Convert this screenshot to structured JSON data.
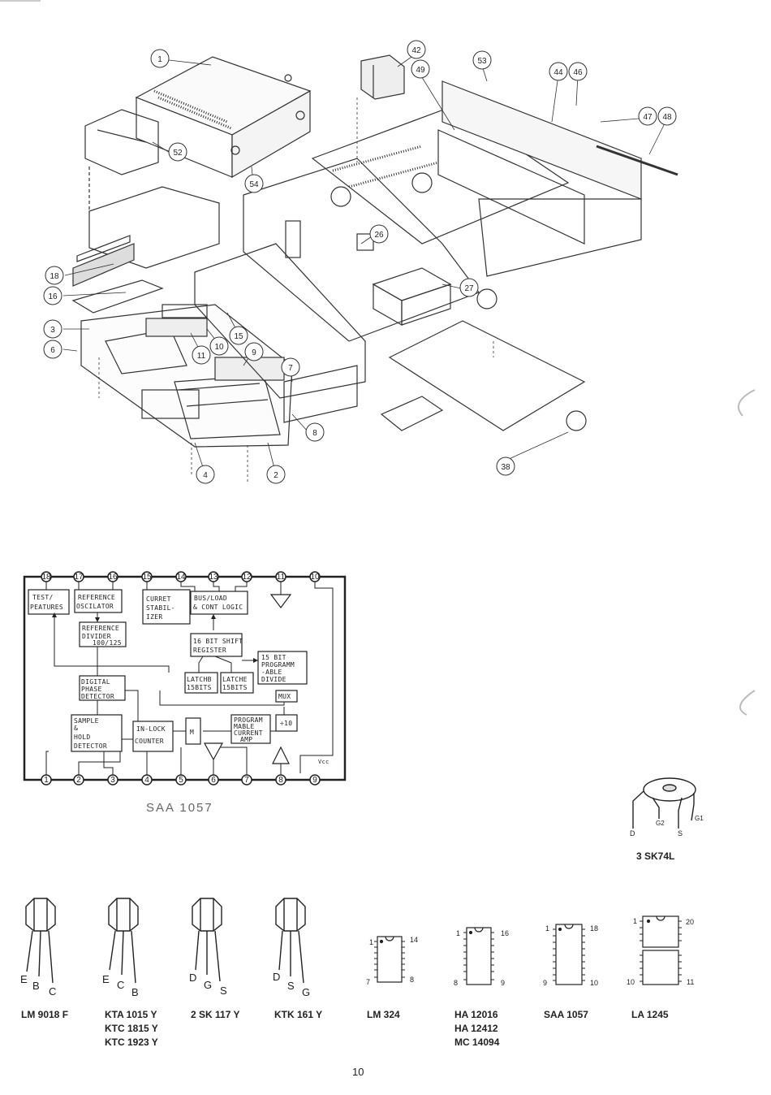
{
  "exploded_view": {
    "callouts": [
      {
        "id": "1",
        "num": "1"
      },
      {
        "id": "42",
        "num": "42"
      },
      {
        "id": "49",
        "num": "49"
      },
      {
        "id": "53",
        "num": "53"
      },
      {
        "id": "44",
        "num": "44"
      },
      {
        "id": "46",
        "num": "46"
      },
      {
        "id": "47",
        "num": "47"
      },
      {
        "id": "48",
        "num": "48"
      },
      {
        "id": "52",
        "num": "52"
      },
      {
        "id": "54",
        "num": "54"
      },
      {
        "id": "26",
        "num": "26"
      },
      {
        "id": "18",
        "num": "18"
      },
      {
        "id": "16",
        "num": "16"
      },
      {
        "id": "27",
        "num": "27"
      },
      {
        "id": "3",
        "num": "3"
      },
      {
        "id": "6",
        "num": "6"
      },
      {
        "id": "15",
        "num": "15"
      },
      {
        "id": "10",
        "num": "10"
      },
      {
        "id": "11",
        "num": "11"
      },
      {
        "id": "9",
        "num": "9"
      },
      {
        "id": "7",
        "num": "7"
      },
      {
        "id": "8",
        "num": "8"
      },
      {
        "id": "4",
        "num": "4"
      },
      {
        "id": "2",
        "num": "2"
      },
      {
        "id": "38",
        "num": "38"
      }
    ]
  },
  "block_diagram": {
    "chip_name": "SAA 1057",
    "top_pins": [
      "18",
      "17",
      "16",
      "15",
      "14",
      "13",
      "12",
      "11",
      "10"
    ],
    "bottom_pins": [
      "1",
      "2",
      "3",
      "4",
      "5",
      "6",
      "7",
      "8",
      "9"
    ],
    "vcc_label": "Vcc",
    "blocks": {
      "test_features": [
        "TEST/",
        "PEATURES"
      ],
      "ref_oscillator": [
        "REFERENCE",
        "OSCILATOR"
      ],
      "current_stabilizer": [
        "CURRET",
        "STABIL-",
        "IZER"
      ],
      "bus_load": [
        "BUS/LOAD",
        "& CONT LOGIC"
      ],
      "ref_divider": [
        "REFERENCE",
        "DIVIDER",
        "100/125"
      ],
      "shift_register": [
        "16 BIT SHIFT",
        "REGISTER"
      ],
      "prog_divider": [
        "15 BIT",
        "PROGRAMM",
        "-ABLE",
        "DIVIDE"
      ],
      "latch_a": [
        "LATCHB",
        "15BITS"
      ],
      "latch_b": [
        "LATCHE",
        "15BITS"
      ],
      "phase_detector": [
        "DIGITAL",
        "PHASE",
        "DETECTOR"
      ],
      "mux": [
        "MUX"
      ],
      "sample_hold": [
        "SAMPLE",
        "&",
        "HOLD",
        "DETECTOR"
      ],
      "inlock_counter": [
        "IN-LOCK",
        "COUNTER"
      ],
      "m_block": [
        "M"
      ],
      "prog_current_amp": [
        "PROGRAM",
        "MABLE",
        "CURRENT",
        "AMP"
      ],
      "div10": [
        "÷10"
      ]
    }
  },
  "fet": {
    "name": "3 SK74L",
    "leads": {
      "d": "D",
      "s": "S",
      "g1": "G1",
      "g2": "G2"
    }
  },
  "transistors": [
    {
      "id": "lm9018",
      "leads": [
        "E",
        "B",
        "C"
      ],
      "labels": [
        "LM 9018 F"
      ]
    },
    {
      "id": "kta1015",
      "leads": [
        "E",
        "C",
        "B"
      ],
      "labels": [
        "KTA 1015 Y",
        "KTC 1815 Y",
        "KTC 1923 Y"
      ]
    },
    {
      "id": "2sk117",
      "leads": [
        "D",
        "G",
        "S"
      ],
      "labels": [
        "2 SK 117 Y"
      ]
    },
    {
      "id": "ktk161",
      "leads": [
        "D",
        "S",
        "G"
      ],
      "labels": [
        "KTK 161 Y"
      ]
    }
  ],
  "ics": [
    {
      "id": "lm324",
      "pins": {
        "tl": "1",
        "tr": "14",
        "bl": "7",
        "br": "8"
      },
      "labels": [
        "LM 324"
      ]
    },
    {
      "id": "ha12016",
      "pins": {
        "tl": "1",
        "tr": "16",
        "bl": "8",
        "br": "9"
      },
      "labels": [
        "HA 12016",
        "HA 12412",
        "MC 14094"
      ]
    },
    {
      "id": "saa1057",
      "pins": {
        "tl": "1",
        "tr": "18",
        "bl": "9",
        "br": "10"
      },
      "labels": [
        "SAA 1057"
      ]
    },
    {
      "id": "la1245",
      "pins": {
        "tl": "1",
        "tr": "20",
        "bl": "10",
        "br": "11"
      },
      "labels": [
        "LA 1245"
      ]
    }
  ],
  "page_number": "10"
}
